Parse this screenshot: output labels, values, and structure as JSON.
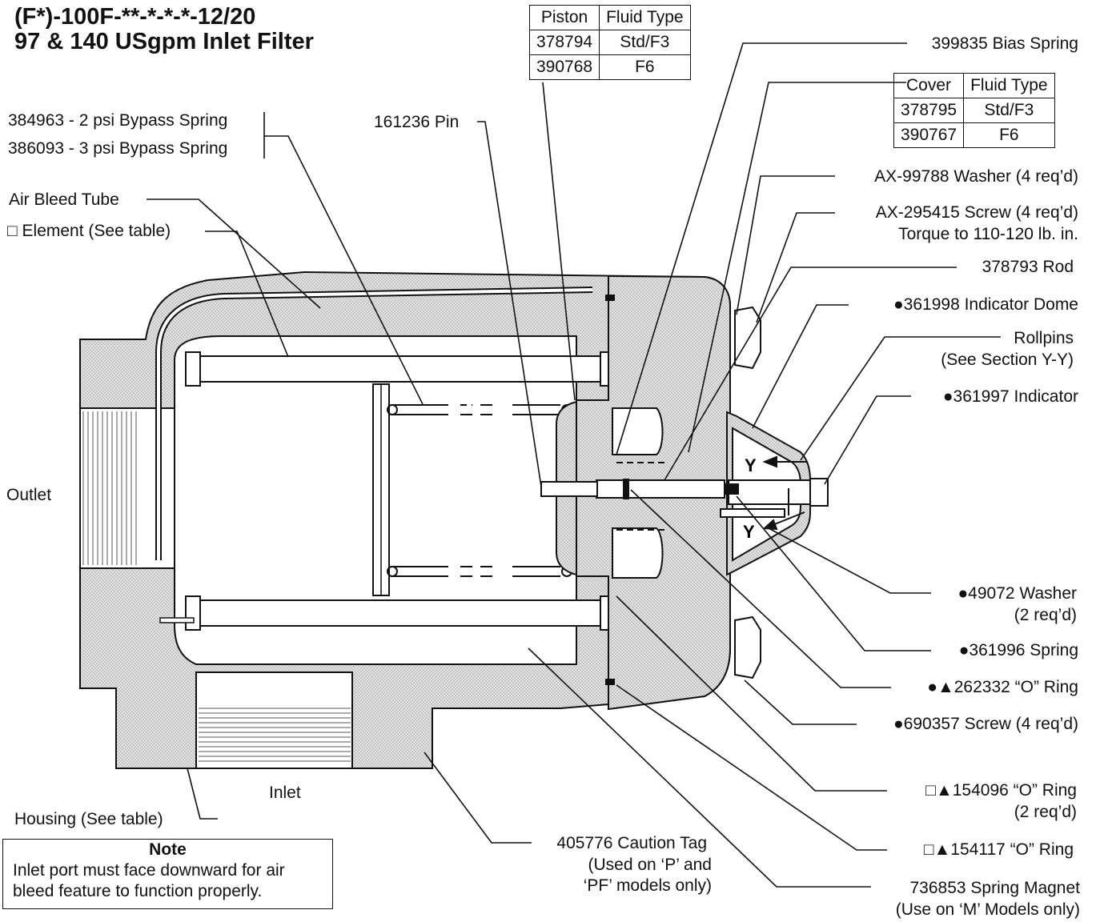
{
  "title": {
    "line1": "(F*)-100F-**-*-*-*-12/20",
    "line2": "97 & 140 USgpm Inlet Filter"
  },
  "piston_table": {
    "headers": [
      "Piston",
      "Fluid Type"
    ],
    "rows": [
      [
        "378794",
        "Std/F3"
      ],
      [
        "390768",
        "F6"
      ]
    ]
  },
  "cover_table": {
    "headers": [
      "Cover",
      "Fluid Type"
    ],
    "rows": [
      [
        "378795",
        "Std/F3"
      ],
      [
        "390767",
        "F6"
      ]
    ]
  },
  "labels": {
    "bypass_2psi": "384963 - 2 psi Bypass Spring",
    "bypass_3psi": "386093 - 3 psi Bypass Spring",
    "pin": "161236 Pin",
    "air_bleed": "Air Bleed Tube",
    "element": "□ Element (See table)",
    "outlet": "Outlet",
    "inlet": "Inlet",
    "housing": "Housing (See table)",
    "bias_spring": "399835 Bias Spring",
    "washer4": "AX-99788 Washer (4 req’d)",
    "screw4": "AX-295415 Screw (4 req’d)",
    "torque": "Torque to 110-120 lb. in.",
    "rod": "378793 Rod",
    "dome": "●361998 Indicator Dome",
    "rollpins": "Rollpins",
    "rollpins_sub": "(See Section Y-Y)",
    "indicator": "●361997 Indicator",
    "washer49072": "●49072 Washer",
    "washer49072_sub": "(2 req’d)",
    "spring361996": "●361996 Spring",
    "oring262332": "●▲262332 “O” Ring",
    "screw690357": "●690357 Screw (4 req’d)",
    "oring154096": "□▲154096 “O” Ring",
    "oring154096_sub": "(2 req’d)",
    "oring154117": "□▲154117 “O” Ring",
    "caution1": "405776 Caution Tag",
    "caution2": "(Used on ‘P’ and",
    "caution3": "‘PF’ models only)",
    "magnet1": "736853 Spring Magnet",
    "magnet2": "(Use on ‘M’ Models only)",
    "section_y": "Y"
  },
  "note": {
    "heading": "Note",
    "line1": "Inlet port must face downward for air",
    "line2": "bleed feature to function properly."
  }
}
